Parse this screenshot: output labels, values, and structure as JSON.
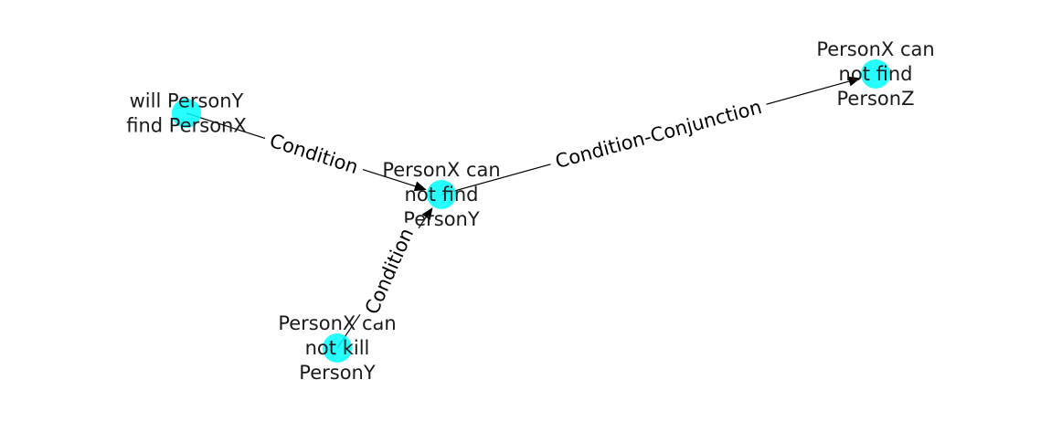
{
  "graph": {
    "node_color": "#00ffff",
    "edge_color": "#000000",
    "nodes": [
      {
        "id": "n_center",
        "label_lines": [
          "PersonX can",
          "not find",
          "PersonY"
        ]
      },
      {
        "id": "n_will",
        "label_lines": [
          "will PersonY",
          "find PersonX"
        ]
      },
      {
        "id": "n_kill",
        "label_lines": [
          "PersonX can",
          "not kill",
          "PersonY"
        ]
      },
      {
        "id": "n_personz",
        "label_lines": [
          "PersonX can",
          "not find",
          "PersonZ"
        ]
      }
    ],
    "edges": [
      {
        "from": "n_will",
        "to": "n_center",
        "label": "Condition"
      },
      {
        "from": "n_kill",
        "to": "n_center",
        "label": "Condition"
      },
      {
        "from": "n_center",
        "to": "n_personz",
        "label": "Condition-Conjunction"
      }
    ]
  }
}
